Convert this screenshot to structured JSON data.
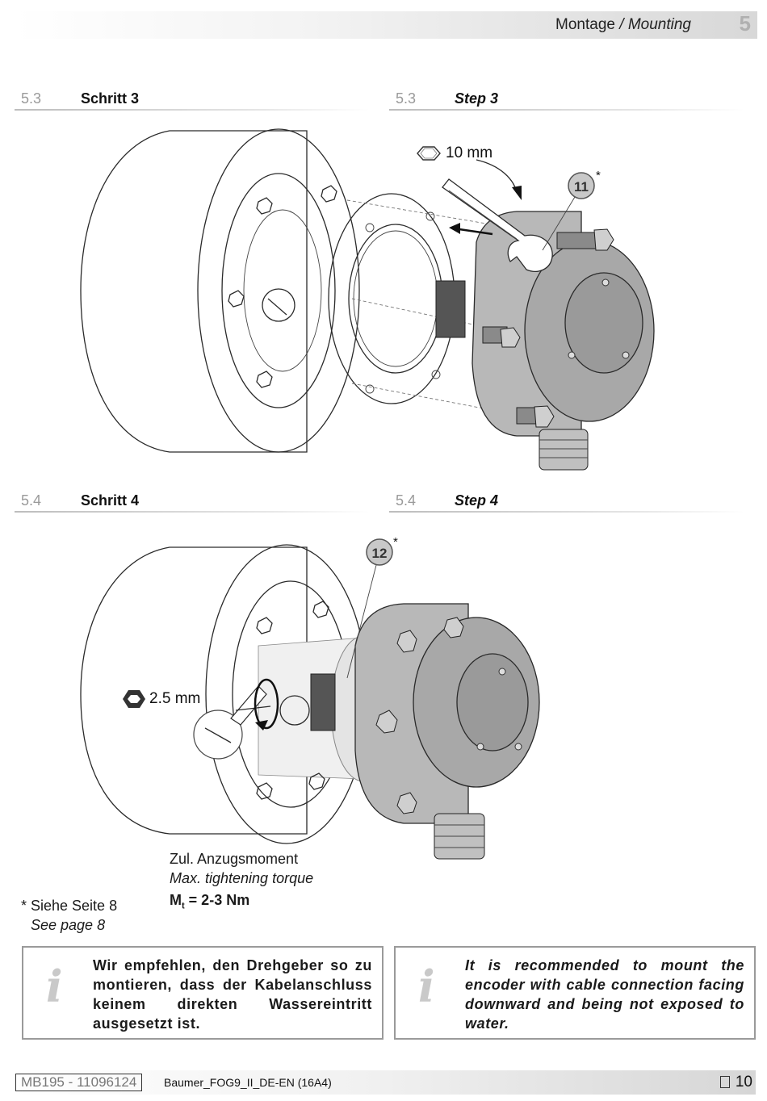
{
  "header": {
    "chapter_de": "Montage",
    "separator": " / ",
    "chapter_en": "Mounting",
    "chapter_number": "5"
  },
  "sections": [
    {
      "number_de": "5.3",
      "title_de": "Schritt 3",
      "number_en": "5.3",
      "title_en": "Step 3"
    },
    {
      "number_de": "5.4",
      "title_de": "Schritt 4",
      "number_en": "5.4",
      "title_en": "Step 4"
    }
  ],
  "figure1": {
    "wrench_size": "10 mm",
    "callout": "11",
    "callout_mark": "*"
  },
  "figure2": {
    "hex_size": "2.5 mm",
    "callout": "12",
    "callout_mark": "*"
  },
  "torque": {
    "label_de": "Zul. Anzugsmoment",
    "label_en": "Max. tightening torque",
    "symbol": "M",
    "subscript": "t",
    "value": " = 2-3 Nm"
  },
  "footnote": {
    "de": "* Siehe Seite 8",
    "en": "See page 8"
  },
  "info": {
    "de": "Wir empfehlen, den Drehgeber so zu montieren, dass der Kabelanschluss keinem direkten Wassereintritt ausgesetzt ist.",
    "en": "It is recommended to mount the encoder with cable connection facing downward and being not exposed to water."
  },
  "footer": {
    "doc_id": "MB195 - 11096124",
    "doc_name": "Baumer_FOG9_II_DE-EN (16A4)",
    "page": "10"
  },
  "icons": [
    "hex-nut-icon",
    "hex-key-icon",
    "info-icon",
    "page-icon",
    "rotation-arrow-icon"
  ]
}
